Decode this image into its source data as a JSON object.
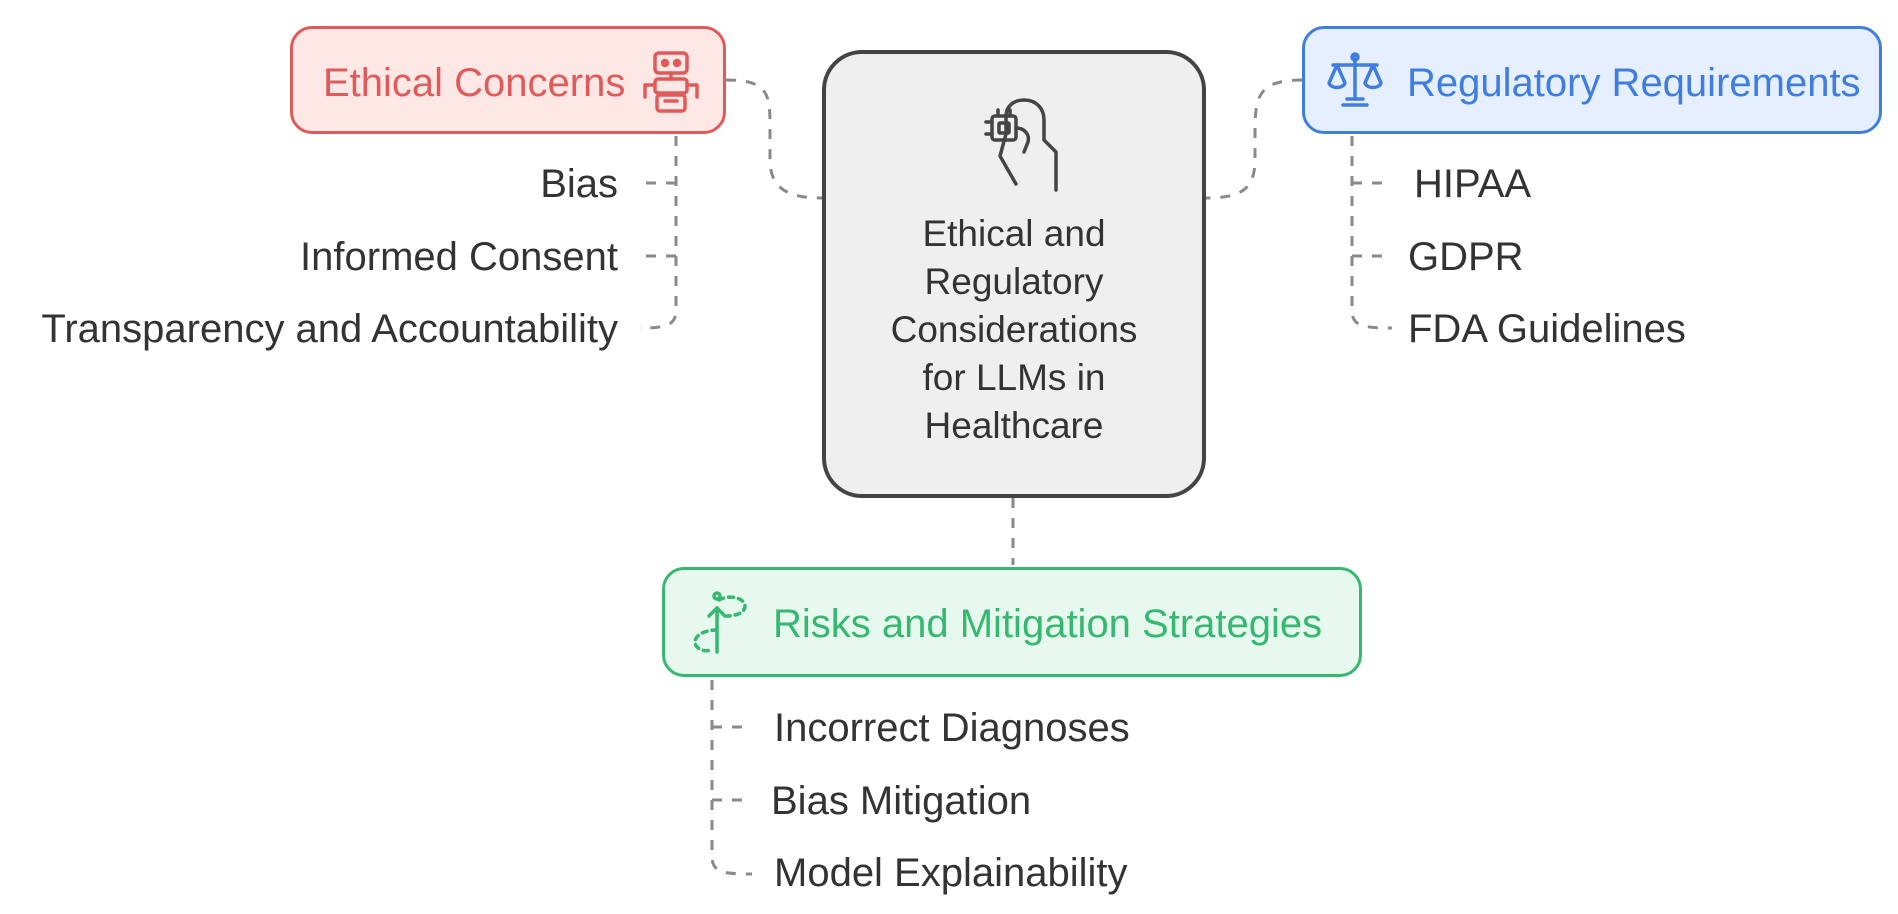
{
  "central": {
    "title_lines": [
      "Ethical and",
      "Regulatory",
      "Considerations",
      "for LLMs in",
      "Healthcare"
    ],
    "icon": "hand-holding-chip-icon"
  },
  "branches": {
    "ethical": {
      "label": "Ethical Concerns",
      "icon": "robot-icon",
      "color": "#e05a5a",
      "fill": "#fde8e6",
      "items": [
        "Bias",
        "Informed Consent",
        "Transparency and Accountability"
      ]
    },
    "regulatory": {
      "label": "Regulatory Requirements",
      "icon": "scales-icon",
      "color": "#3f7ee0",
      "fill": "#e6efff",
      "items": [
        "HIPAA",
        "GDPR",
        "FDA Guidelines"
      ]
    },
    "risks": {
      "label": "Risks and Mitigation Strategies",
      "icon": "growth-path-icon",
      "color": "#35b86f",
      "fill": "#e7f8ef",
      "items": [
        "Incorrect Diagnoses",
        "Bias Mitigation",
        "Model Explainability"
      ]
    }
  }
}
